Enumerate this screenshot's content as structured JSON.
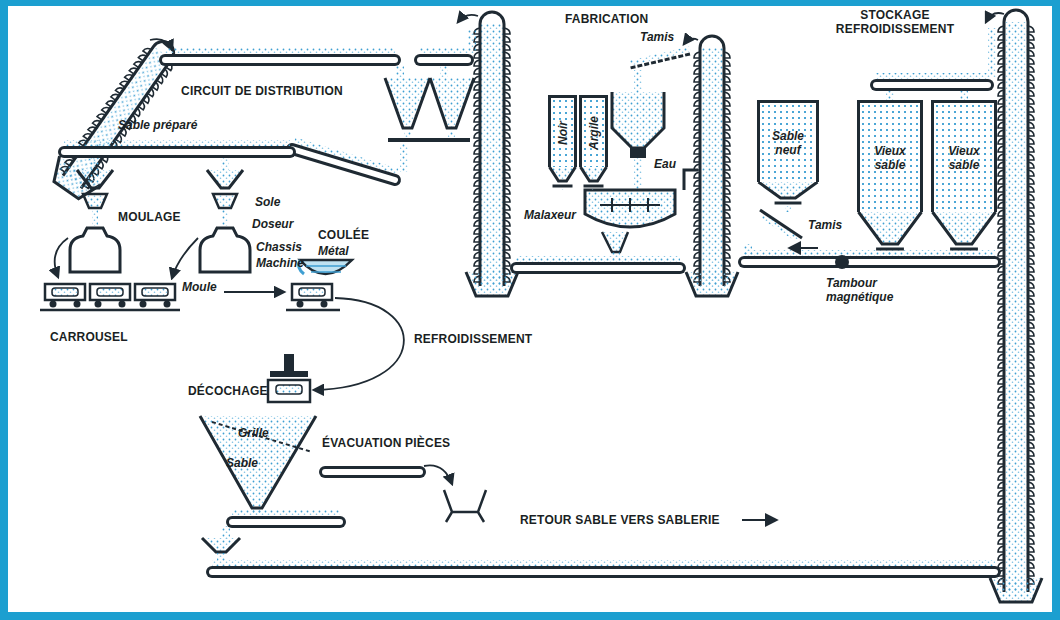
{
  "diagram": {
    "nodes": [
      {
        "text": [
          "Noir"
        ]
      },
      {
        "text": [
          "Argile"
        ]
      },
      {
        "text": [
          "Sable neuf"
        ]
      },
      {
        "text": [
          "Vieux sable"
        ]
      },
      {
        "text": [
          "Vieux sable"
        ]
      }
    ],
    "labels": [
      "CIRCUIT DE DISTRIBUTION",
      "Sable préparé",
      "Sole",
      "MOULAGE",
      "Doseur",
      "COULÉE",
      "Métal",
      "Chassis",
      "Machine",
      "Moule",
      "CARROUSEL",
      "REFROIDISSEMENT",
      "DÉCOCHAGE",
      "Grille",
      "ÉVACUATION PIÈCES",
      "Sable",
      "RETOUR SABLE VERS SABLERIE",
      "FABRICATION",
      "Tamis",
      "Malaxeur",
      "Eau",
      "Tamis",
      "STOCKAGE REFROIDISSEMENT",
      "Tambour magnétique"
    ]
  }
}
